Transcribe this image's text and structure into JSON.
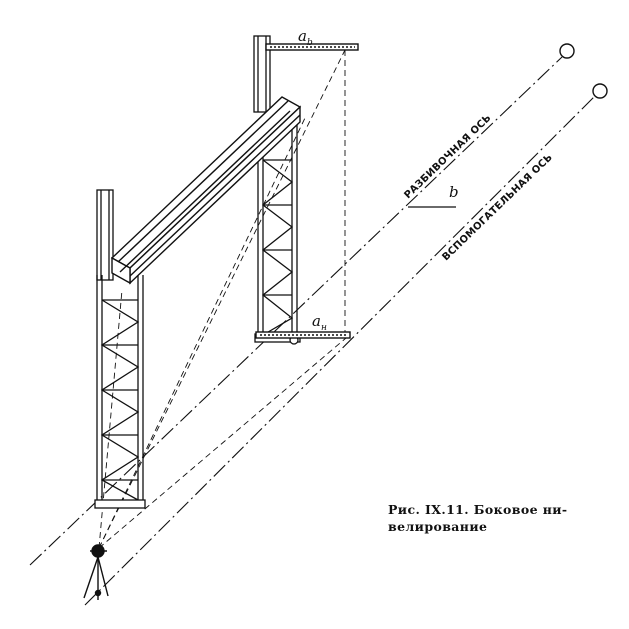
{
  "diagram": {
    "labels": {
      "a_upper": "a",
      "a_upper_subscript": "b",
      "a_lower": "a",
      "a_lower_subscript": "н",
      "b_offset": "b",
      "stakeout_axis": "РАЗБИВОЧНАЯ ОСЬ",
      "auxiliary_axis": "ВСПОМОГАТЕЛЬНАЯ ОСЬ"
    },
    "caption_line1": "Рис. IX.11. Боковое ни-",
    "caption_line2": "велирование"
  }
}
